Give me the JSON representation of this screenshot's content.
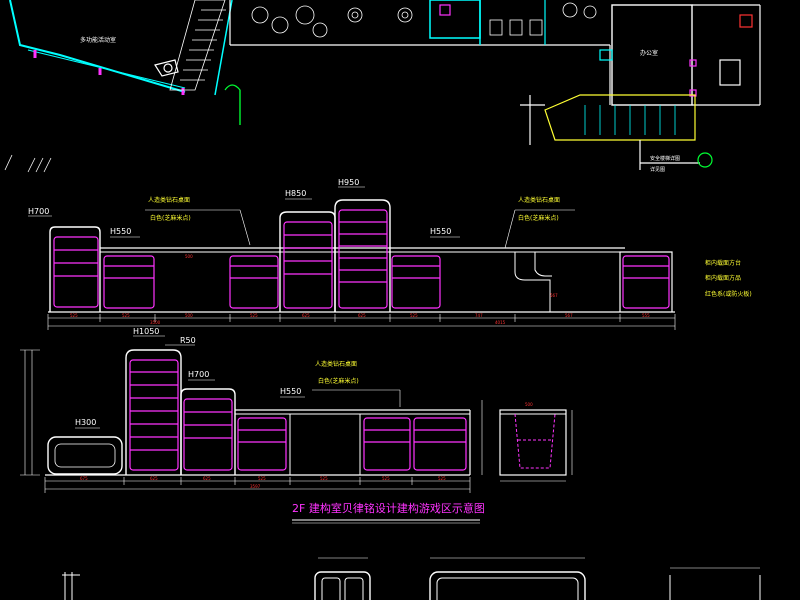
{
  "colors": {
    "background": "#000000",
    "outline": "#ffffff",
    "drawer": "#ff33ff",
    "text_green": "#33ff33",
    "text_yellow": "#ffff33",
    "plan_cyan": "#00ffff",
    "plan_magenta": "#ff33ff",
    "dim_red": "#ff3333"
  },
  "diagram": {
    "elevation_a": {
      "heights": {
        "h700": "H700",
        "h550_left": "H550",
        "h850": "H850",
        "h950": "H950",
        "h550_right": "H550"
      },
      "notes": {
        "note1_line1": "人造类钻石桌面",
        "note1_line2": "白色(芝麻米点)",
        "note2_line1": "人造类钻石桌面",
        "note2_line2": "白色(芝麻米点)",
        "note3_line1": "柜内载面方台",
        "note3_line2": "柜内载面方品",
        "note3_line3": "红色系(或防火板)"
      }
    },
    "elevation_b": {
      "heights": {
        "h1050": "H1050",
        "r50": "R50",
        "h700": "H700",
        "h550": "H550",
        "h300": "H300"
      },
      "notes": {
        "note1_line1": "人造类钻石桌面",
        "note1_line2": "白色(芝麻米点)"
      }
    },
    "plan": {
      "labels": {
        "room": "办公室"
      }
    },
    "title": "2F 建构室贝律铭设计建构游戏区示意图"
  }
}
